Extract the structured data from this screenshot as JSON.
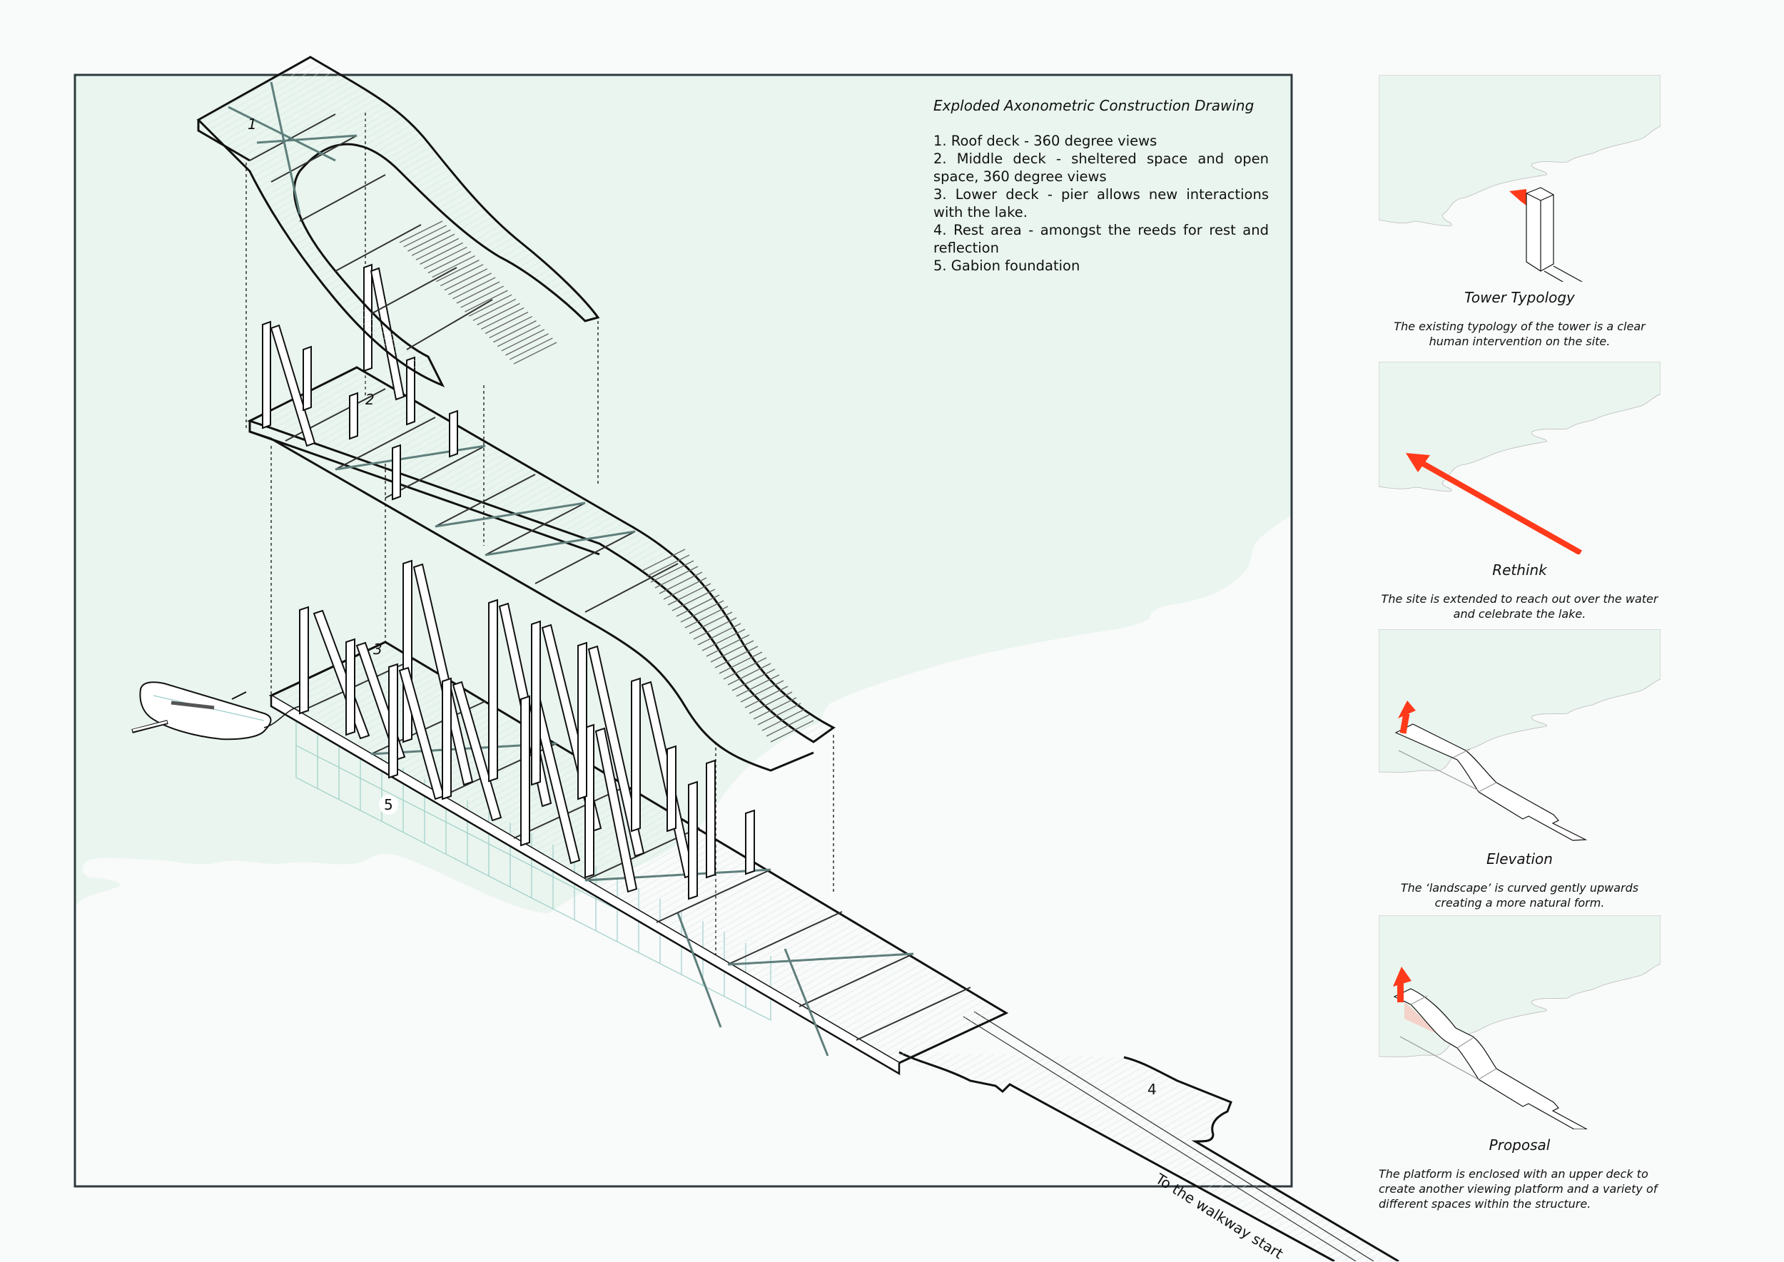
{
  "drawing": {
    "title": "Exploded Axonometric Construction Drawing",
    "legend_items": [
      "1. Roof deck - 360 degree views",
      "2. Middle deck - sheltered space and open space, 360 degree views",
      "3. Lower deck - pier allows new interactions with the lake.",
      "4. Rest area - amongst the reeds for rest and reflection",
      "5. Gabion foundation"
    ],
    "callouts": [
      "1",
      "2",
      "3",
      "4",
      "5"
    ],
    "walkway_label": "To the walkway start"
  },
  "panels": [
    {
      "title": "Tower Typology",
      "caption": "The existing typology of the tower is a clear human intervention on the site."
    },
    {
      "title": "Rethink",
      "caption": "The site is extended to reach out over the water and celebrate the lake."
    },
    {
      "title": "Elevation",
      "caption": "The ‘landscape’ is curved gently upwards creating a more natural form."
    },
    {
      "title": "Proposal",
      "caption": "The platform is enclosed with an upper deck to create another viewing platform and a variety of different spaces within the structure."
    }
  ],
  "colors": {
    "land": "#e9f5ee",
    "water": "#f9fafa",
    "accent_arrow": "#ff3a1a",
    "frame": "#2e3a3d",
    "steel": "#5f7f7c",
    "gabion": "#9fcfca"
  }
}
